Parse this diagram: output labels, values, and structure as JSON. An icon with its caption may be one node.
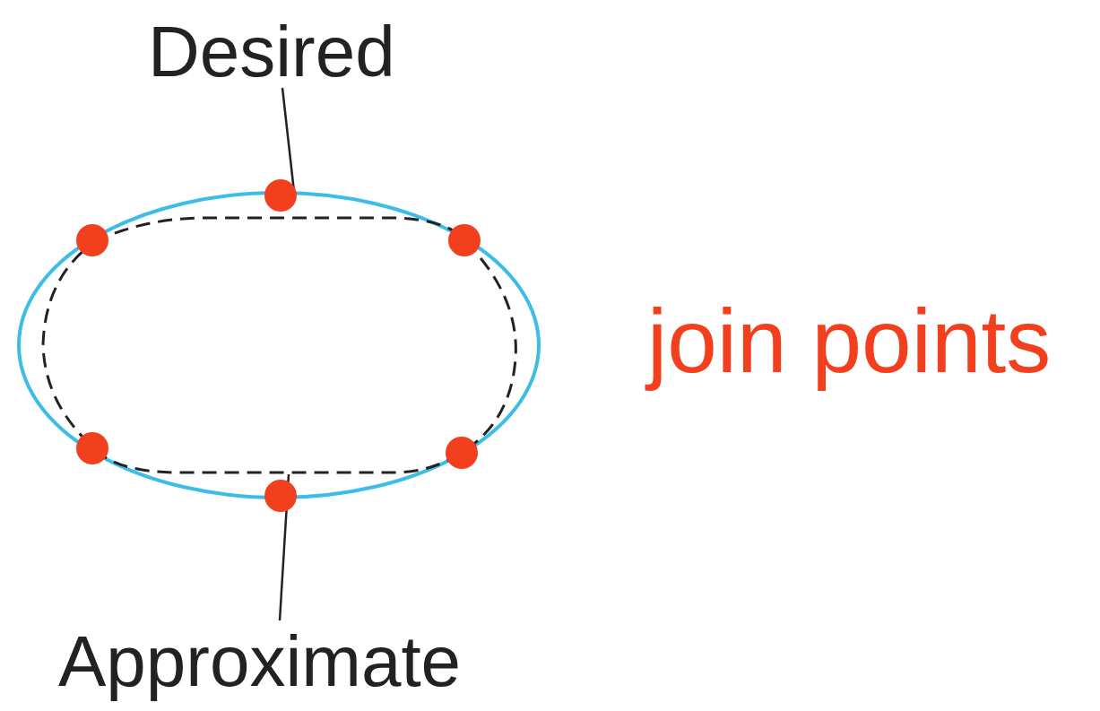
{
  "diagram": {
    "nodes": [
      {
        "text": [
          "Desired"
        ]
      },
      {
        "text": [],
        "shape": "ellipse"
      },
      {
        "text": [],
        "shape": "polygon",
        "in": 1
      },
      {
        "text": [
          "Approximate"
        ]
      }
    ],
    "edges": [
      {
        "from": 0,
        "to": 1,
        "arrow": "none"
      },
      {
        "from": 3,
        "to": 2,
        "arrow": "none"
      }
    ],
    "labels": [
      "join points"
    ]
  }
}
